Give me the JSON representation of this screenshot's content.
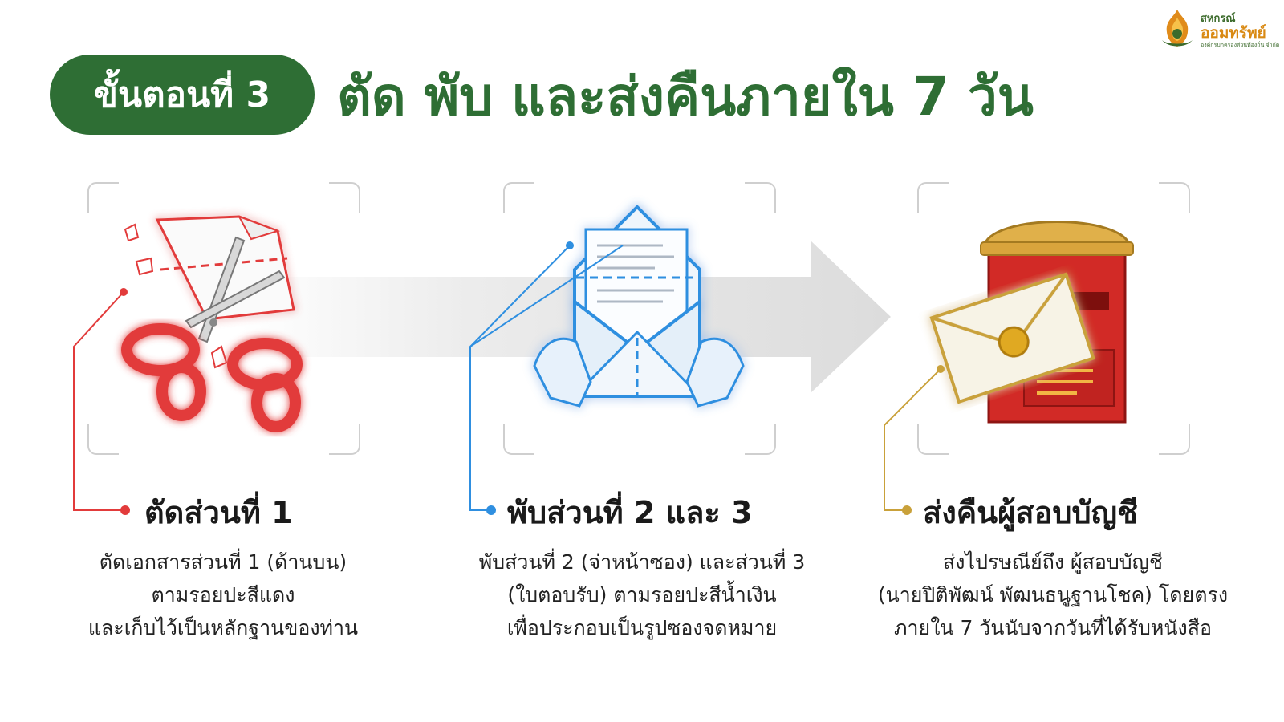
{
  "logo": {
    "line1": "สหกรณ์",
    "line2": "ออมทรัพย์",
    "line3": "องค์กรปกครองส่วนท้องถิ่น จำกัด"
  },
  "header": {
    "step_label": "ขั้นตอนที่ 3",
    "title": "ตัด พับ และส่งคืนภายใน 7 วัน"
  },
  "colors": {
    "brand_green": "#2e6e34",
    "red": "#e23b3b",
    "blue": "#2f8fe0",
    "gold": "#c9a13a"
  },
  "steps": [
    {
      "icon": "scissors-cut-paper-icon",
      "title": "ตัดส่วนที่ 1",
      "desc": [
        "ตัดเอกสารส่วนที่ 1 (ด้านบน)",
        "ตามรอยปะสีแดง",
        "และเก็บไว้เป็นหลักฐานของท่าน"
      ]
    },
    {
      "icon": "folded-envelope-icon",
      "title": "พับส่วนที่ 2 และ 3",
      "desc": [
        "พับส่วนที่ 2 (จ่าหน้าซอง) และส่วนที่ 3",
        "(ใบตอบรับ) ตามรอยปะสีน้ำเงิน",
        "เพื่อประกอบเป็นรูปซองจดหมาย"
      ]
    },
    {
      "icon": "mailbox-letter-icon",
      "title": "ส่งคืนผู้สอบบัญชี",
      "desc": [
        "ส่งไปรษณีย์ถึง ผู้สอบบัญชี",
        "(นายปิติพัฒน์ พัฒนธนูฐานโชค) โดยตรง",
        "ภายใน 7 วันนับจากวันที่ได้รับหนังสือ"
      ]
    }
  ]
}
